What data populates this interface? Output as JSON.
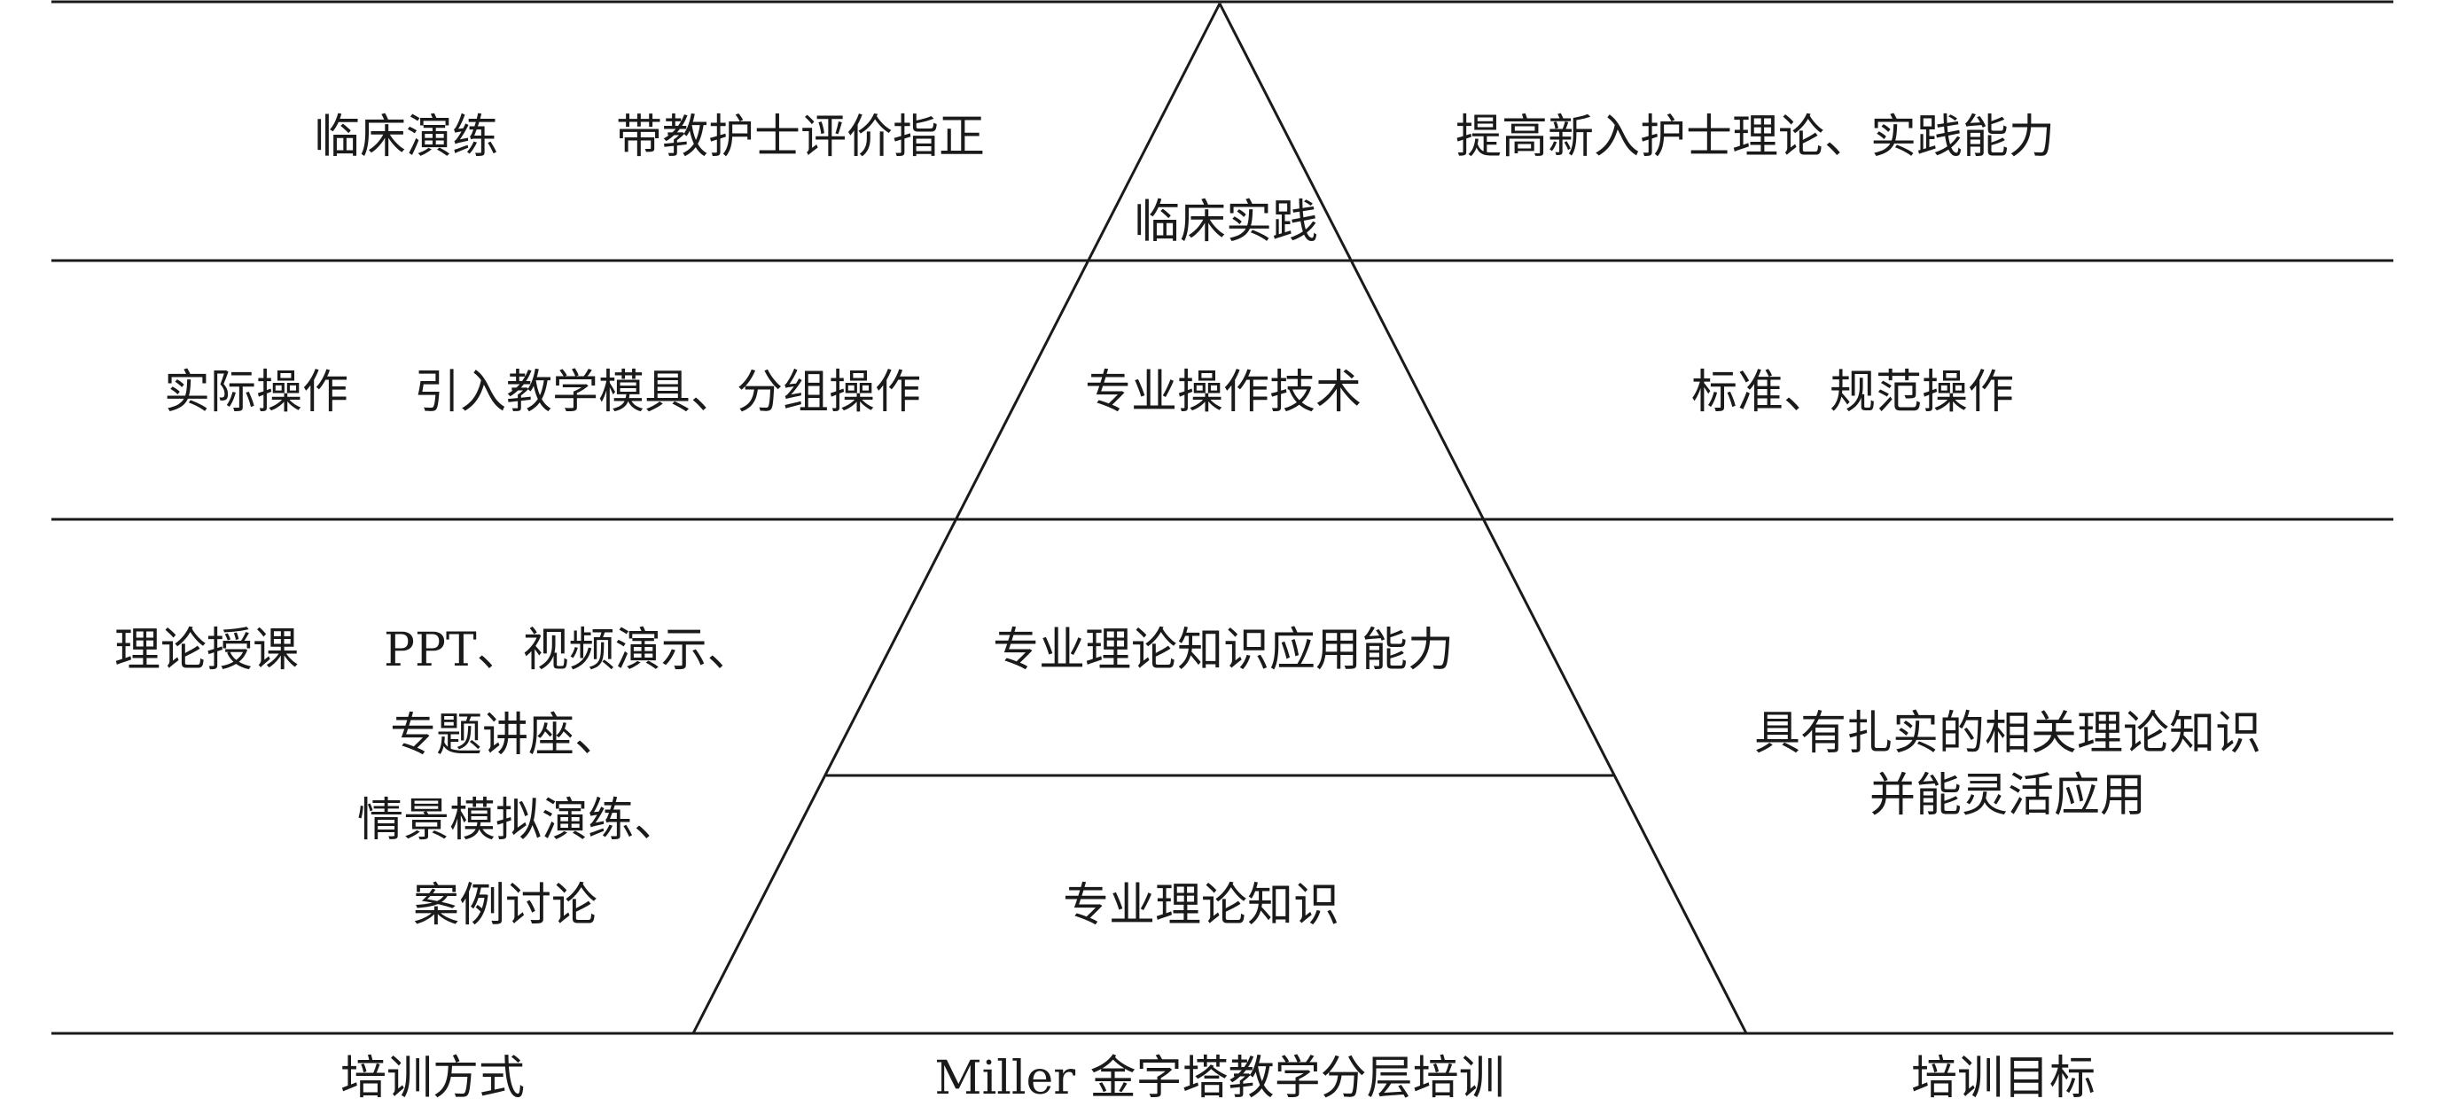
{
  "rows": {
    "top": {
      "method": "临床演练",
      "means": "带教护士评价指正",
      "level": "临床实践",
      "goal": "提高新入护士理论、实践能力"
    },
    "middle": {
      "method": "实际操作",
      "means": "引入教学模具、分组操作",
      "level": "专业操作技术",
      "goal": "标准、规范操作"
    },
    "bottom": {
      "method": "理论授课",
      "means": [
        "PPT、视频演示、",
        "专题讲座、",
        "情景模拟演练、",
        "案例讨论"
      ],
      "level_upper": "专业理论知识应用能力",
      "level_lower": "专业理论知识",
      "goal": [
        "具有扎实的相关理论知识",
        "并能灵活应用"
      ]
    }
  },
  "footer": {
    "left": "培训方式",
    "center": "Miller 金字塔教学分层培训",
    "right": "培训目标"
  }
}
